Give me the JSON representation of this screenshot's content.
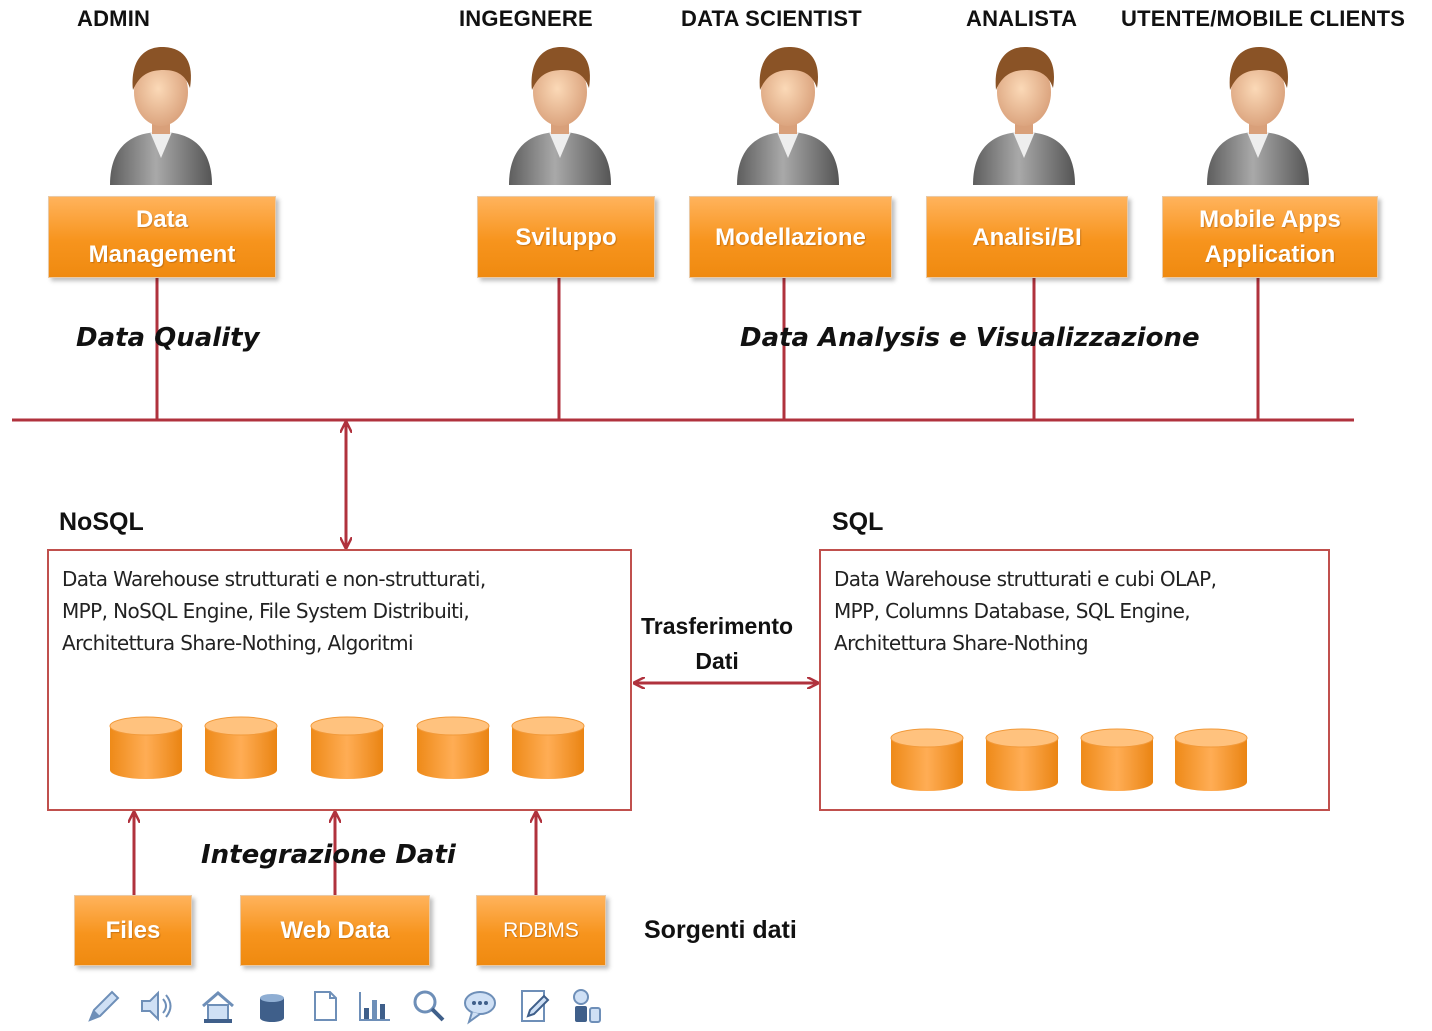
{
  "roles": [
    {
      "name": "ADMIN",
      "box": [
        "Data",
        "Management"
      ]
    },
    {
      "name": "INGEGNERE",
      "box": [
        "Sviluppo"
      ]
    },
    {
      "name": "DATA SCIENTIST",
      "box": [
        "Modellazione"
      ]
    },
    {
      "name": "ANALISTA",
      "box": [
        "Analisi/BI"
      ]
    },
    {
      "name": "UTENTE/MOBILE CLIENTS",
      "box": [
        "Mobile Apps",
        "Application"
      ]
    }
  ],
  "labels": {
    "data_quality": "Data Quality",
    "data_analysis": "Data Analysis e Visualizzazione",
    "integrazione": "Integrazione Dati",
    "trasferimento": [
      "Trasferimento",
      "Dati"
    ],
    "sorgenti": "Sorgenti dati"
  },
  "nosql": {
    "title": "NoSQL",
    "lines": [
      "Data Warehouse strutturati e non-strutturati,",
      "MPP, NoSQL Engine, File System Distribuiti,",
      "Architettura Share-Nothing, Algoritmi"
    ]
  },
  "sql": {
    "title": "SQL",
    "lines": [
      "Data Warehouse strutturati e cubi OLAP,",
      "MPP, Columns Database, SQL Engine,",
      "Architettura Share-Nothing"
    ]
  },
  "sources": [
    "Files",
    "Web Data",
    "RDBMS"
  ],
  "colors": {
    "orange": "#f7941d",
    "connector": "#b0323d",
    "db_border": "#c0504d"
  },
  "icons": [
    "pen-icon",
    "speaker-icon",
    "home-icon",
    "database-icon",
    "document-icon",
    "chart-icon",
    "magnifier-icon",
    "chat-icon",
    "edit-document-icon",
    "mobile-icon"
  ]
}
